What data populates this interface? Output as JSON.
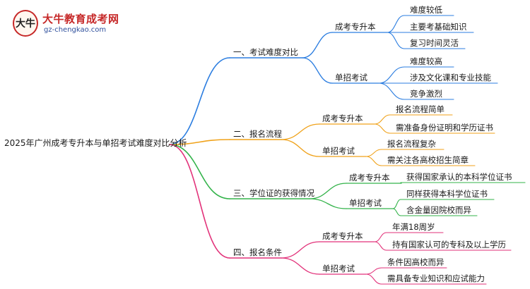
{
  "brand": {
    "name": "大牛教育成考网",
    "url": "gz-chengkao.com",
    "mark": "大牛"
  },
  "root": "2025年广州成考专升本与单招考试难度对比分析",
  "colors": {
    "branch1": "#2b7de0",
    "branch2": "#f0a21a",
    "branch3": "#33b34a",
    "branch4": "#e2327a"
  },
  "branches": [
    {
      "label": "一、考试难度对比",
      "children": [
        {
          "label": "成考专升本",
          "leaves": [
            "难度较低",
            "主要考基础知识",
            "复习时间灵活"
          ]
        },
        {
          "label": "单招考试",
          "leaves": [
            "难度较高",
            "涉及文化课和专业技能",
            "竞争激烈"
          ]
        }
      ]
    },
    {
      "label": "二、报名流程",
      "children": [
        {
          "label": "成考专升本",
          "leaves": [
            "报名流程简单",
            "需准备身份证明和学历证书"
          ]
        },
        {
          "label": "单招考试",
          "leaves": [
            "报名流程复杂",
            "需关注各高校招生简章"
          ]
        }
      ]
    },
    {
      "label": "三、学位证的获得情况",
      "children": [
        {
          "label": "成考专升本",
          "leaves": [
            "获得国家承认的本科学位证书"
          ]
        },
        {
          "label": "单招考试",
          "leaves": [
            "同样获得本科学位证书",
            "含金量因院校而异"
          ]
        }
      ]
    },
    {
      "label": "四、报名条件",
      "children": [
        {
          "label": "成考专升本",
          "leaves": [
            "年满18周岁",
            "持有国家认可的专科及以上学历"
          ]
        },
        {
          "label": "单招考试",
          "leaves": [
            "条件因高校而异",
            "需具备专业知识和应试能力"
          ]
        }
      ]
    }
  ]
}
